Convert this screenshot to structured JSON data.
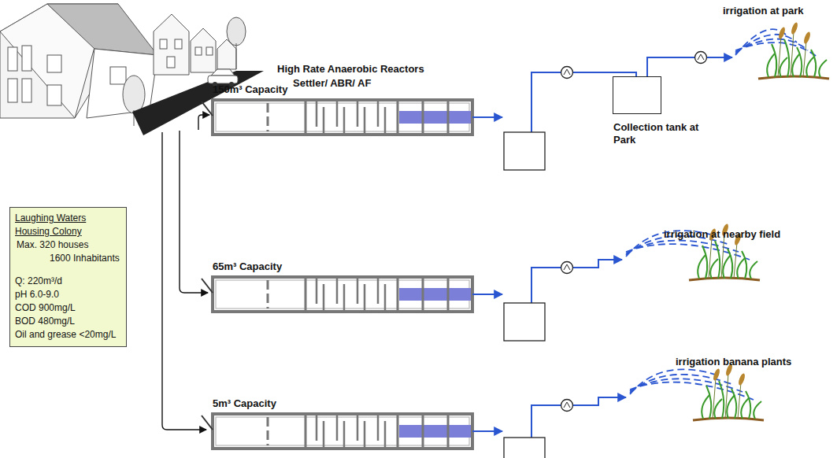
{
  "diagram": {
    "nodes": [
      {
        "text": [
          "Laughing Waters Housing Colony",
          "Max. 320 houses",
          "1600 Inhabitants",
          "Q: 220m³/d",
          "pH 6.0-9.0",
          "COD 900mg/L",
          "BOD 480mg/L",
          "Oil and grease <20mg/L"
        ]
      },
      {
        "text": [
          "150m³ Capacity"
        ]
      },
      {
        "text": [
          "Collection tank at Park"
        ]
      },
      {
        "text": [
          "65m³ Capacity"
        ]
      },
      {
        "text": [
          "5m³ Capacity"
        ]
      }
    ],
    "labels": [
      "High Rate Anaerobic Reactors",
      "Settler/ ABR/ AF",
      "irrigation at park",
      "irrigation at nearby field",
      "irrigation banana plants"
    ]
  }
}
